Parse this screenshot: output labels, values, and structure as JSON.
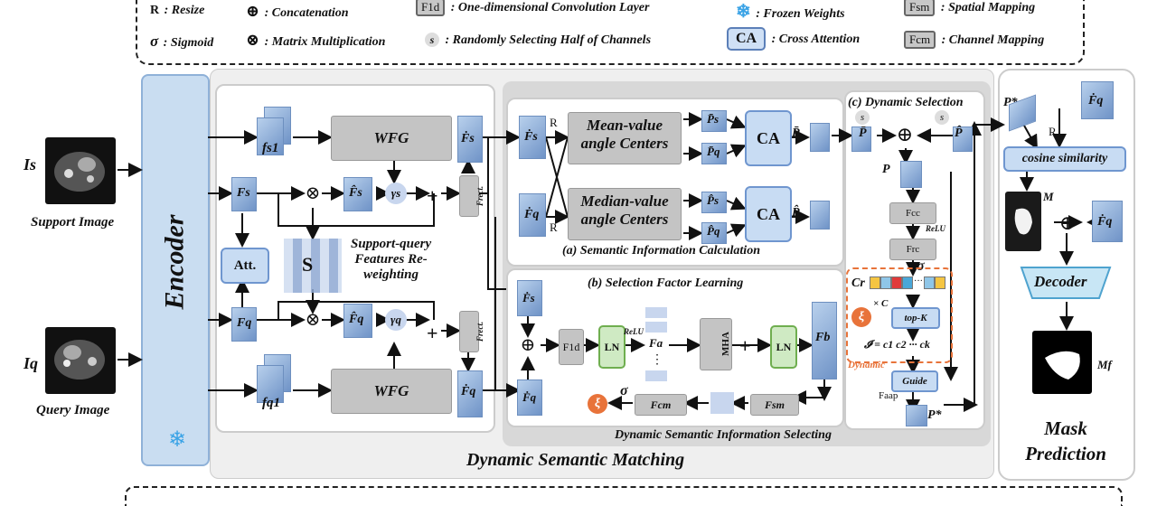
{
  "legend": {
    "resize": {
      "symbol": "R",
      "label": ": Resize"
    },
    "concat": {
      "symbol": "⊕",
      "label": ": Concatenation"
    },
    "conv1d": {
      "symbol": "F1d",
      "label": ": One-dimensional Convolution Layer"
    },
    "frozen": {
      "symbol": "❄",
      "label": ": Frozen Weights"
    },
    "spatial": {
      "symbol": "Fsm",
      "label": ": Spatial Mapping"
    },
    "sigmoid": {
      "symbol": "σ",
      "label": ": Sigmoid"
    },
    "matmul": {
      "symbol": "⊗",
      "label": ": Matrix Multiplication"
    },
    "halfch": {
      "symbol": "s",
      "label": ": Randomly Selecting Half of Channels"
    },
    "ca": {
      "symbol": "CA",
      "label": ": Cross Attention"
    },
    "channel": {
      "symbol": "Fcm",
      "label": ": Channel Mapping"
    }
  },
  "inputs": {
    "support_symbol": "Is",
    "support_label": "Support Image",
    "query_symbol": "Iq",
    "query_label": "Query Image"
  },
  "encoder": {
    "label": "Encoder",
    "frozen_icon": "❄"
  },
  "reweight": {
    "fs1": "fs1",
    "fq1": "fq1",
    "wfg_top": "WFG",
    "wfg_bottom": "WFG",
    "fs": "Fs",
    "fq": "Fq",
    "att": "Att.",
    "s": "S",
    "fs_hat": "F̂s",
    "fq_hat": "F̂q",
    "gamma_s": "γs",
    "gamma_q": "γq",
    "frect": "Frect.",
    "fs_dot": "Ḟs",
    "fq_dot": "Ḟq",
    "caption_line1": "Support-query",
    "caption_line2": "Features Re-",
    "caption_line3": "weighting"
  },
  "semantic": {
    "fs_dot": "Ḟs",
    "fq_dot": "Ḟq",
    "r1": "R",
    "r2": "R",
    "mean_line1": "Mean-value",
    "mean_line2": "angle Centers",
    "median_line1": "Median-value",
    "median_line2": "angle Centers",
    "ps_bar": "P̄s",
    "pq_bar": "P̄q",
    "ps_hat": "P̂s",
    "pq_hat": "P̂q",
    "ca1": "CA",
    "ca2": "CA",
    "p_bar": "P̄",
    "p_hat": "P̂",
    "caption": "(a) Semantic Information Calculation"
  },
  "selection": {
    "caption": "(b) Selection Factor Learning",
    "fs_dot": "Ḟs",
    "fq_dot": "Ḟq",
    "f1d": "F1d",
    "ln1": "LN",
    "relu": "ReLU",
    "fa": "Fa",
    "mha": "MHA",
    "ln2": "LN",
    "fb": "Fb",
    "xi": "ξ",
    "sigma": "σ",
    "fcm": "Fcm",
    "fsm": "Fsm"
  },
  "dynamic": {
    "caption": "(c) Dynamic Selection",
    "p_bar": "P̄",
    "p_hat": "P̂",
    "s1": "s",
    "s2": "s",
    "p": "P",
    "fcc": "Fcc",
    "relu": "ReLU",
    "frc": "Frc",
    "sigma": "σ",
    "cr": "Cr",
    "dots": "···",
    "xi": "ξ",
    "times_c": "× C",
    "topk": "top-K",
    "set": "𝓘 = c1 c2 ··· ck",
    "dynamic_label": "Dynamic",
    "guide": "Guide",
    "faap": "Faap",
    "p_star": "P*"
  },
  "section_caption": "Dynamic Semantic Information Selecting",
  "matching_caption": "Dynamic Semantic Matching",
  "mask": {
    "p_star": "P*",
    "fq_dot": "Ḟq",
    "r": "R",
    "cosine": "cosine similarity",
    "m": "M",
    "fq_dot2": "Ḟq",
    "decoder": "Decoder",
    "mf": "Mf",
    "title_line1": "Mask",
    "title_line2": "Prediction"
  }
}
